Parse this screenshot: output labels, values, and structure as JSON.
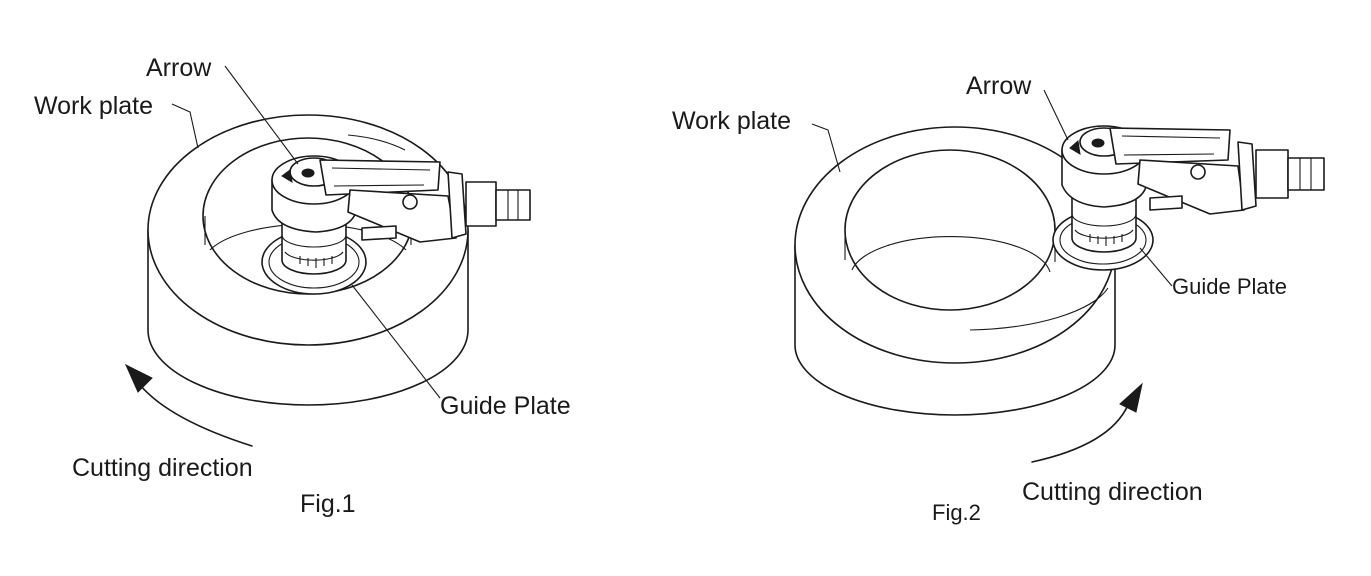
{
  "figures": [
    {
      "caption": "Fig.1",
      "labels": {
        "arrow": "Arrow",
        "work_plate": "Work plate",
        "guide_plate": "Guide Plate",
        "cutting_direction": "Cutting direction"
      }
    },
    {
      "caption": "Fig.2",
      "labels": {
        "arrow": "Arrow",
        "work_plate": "Work plate",
        "guide_plate": "Guide Plate",
        "cutting_direction": "Cutting direction"
      }
    }
  ],
  "colors": {
    "line": "#1a1a1a",
    "background": "#ffffff"
  }
}
